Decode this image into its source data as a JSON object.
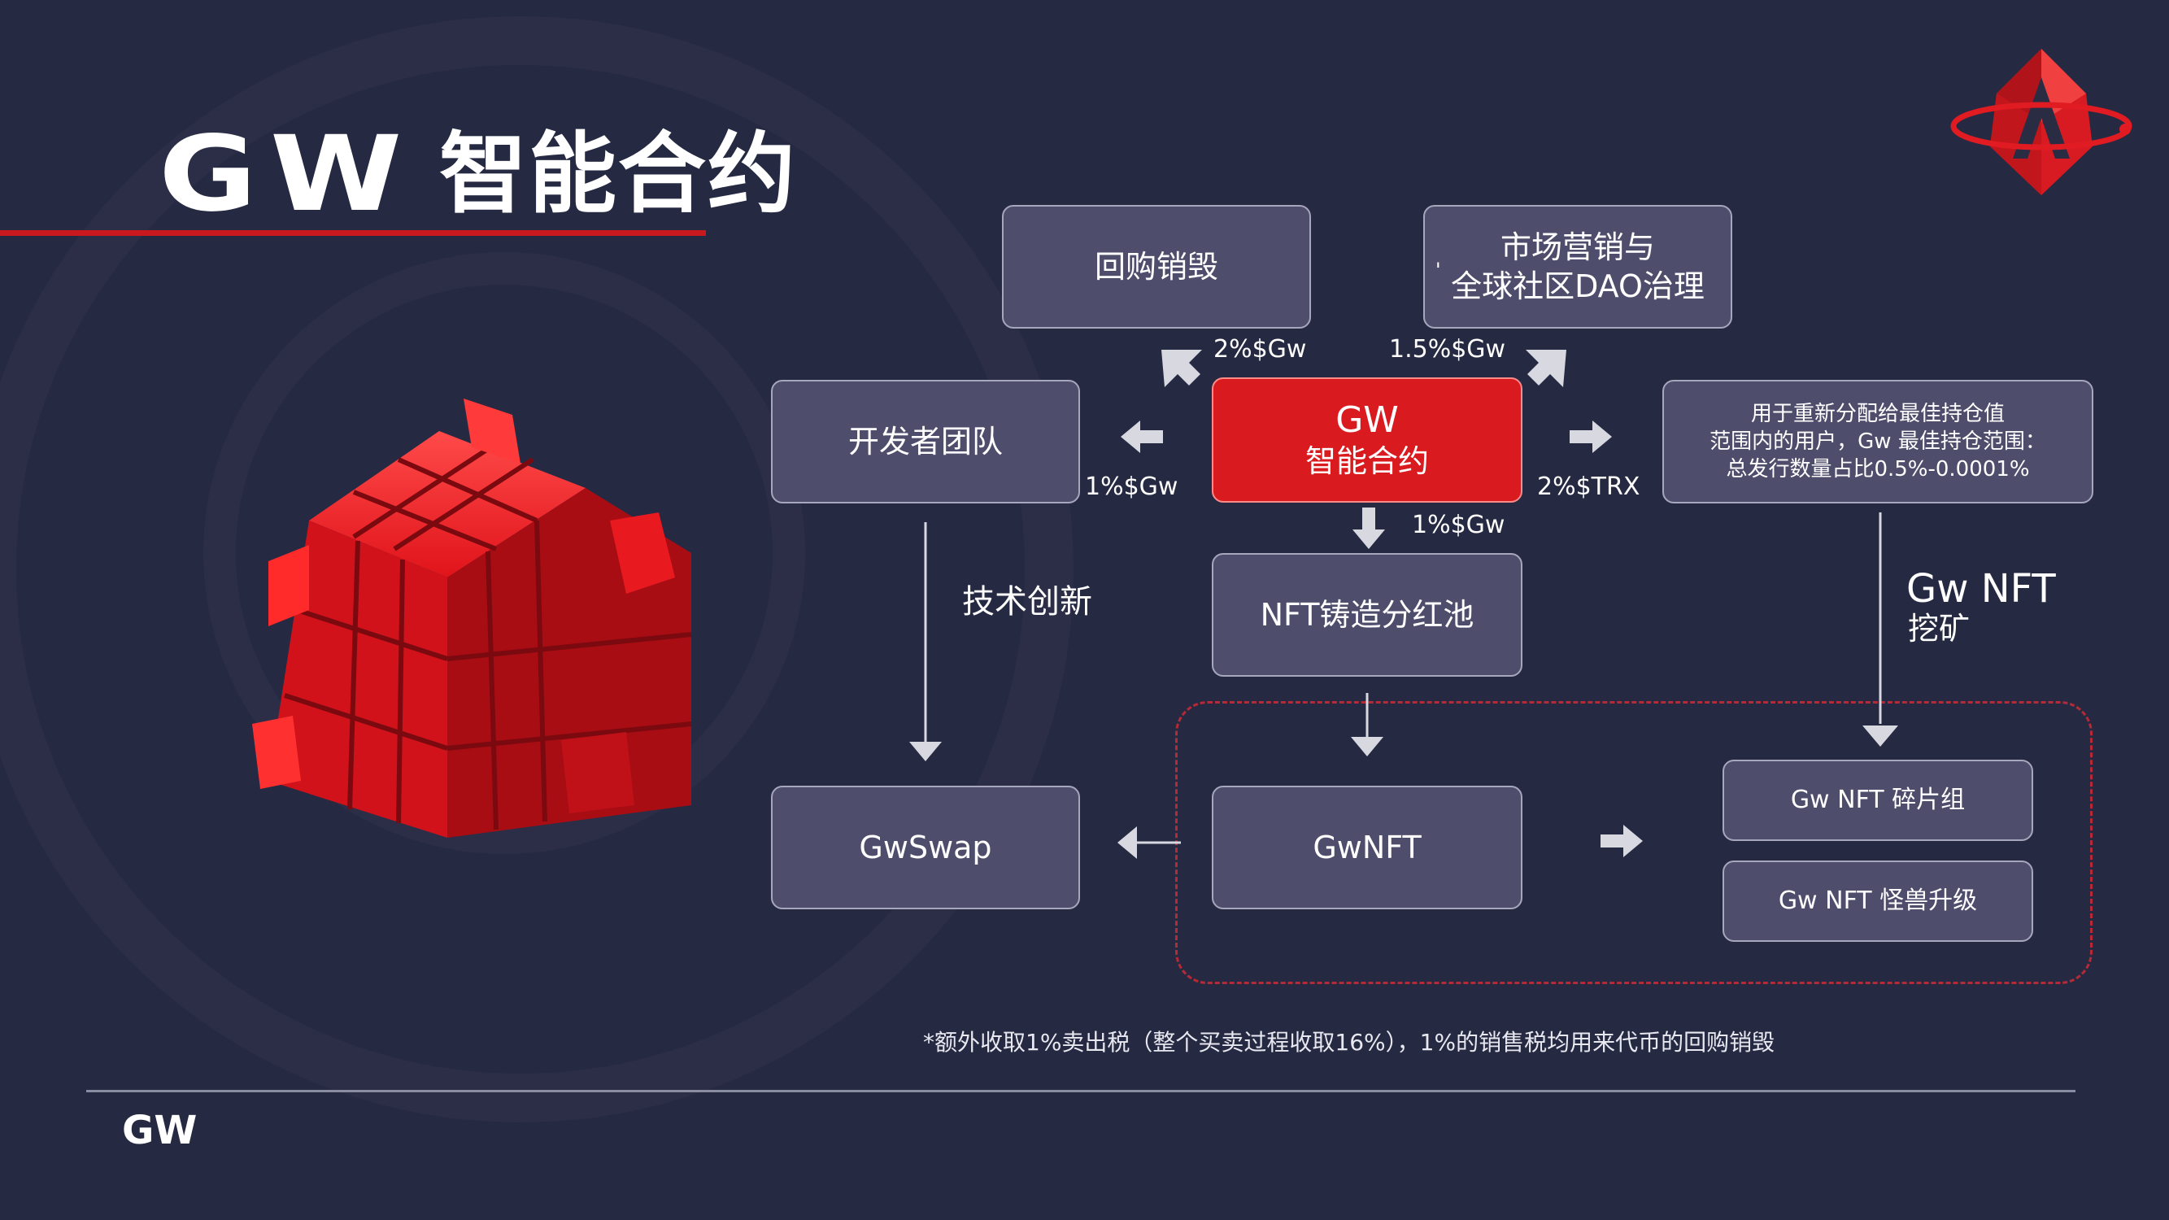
{
  "title": {
    "latin": "GW",
    "chinese": "智能合约"
  },
  "footer": {
    "brand": "GW"
  },
  "core": {
    "line1": "GW",
    "line2": "智能合约"
  },
  "boxes": {
    "buyback": "回购销毁",
    "marketing_line1": "市场营销与",
    "marketing_line2": "全球社区DAO治理",
    "dev_team": "开发者团队",
    "redistribute_line1": "用于重新分配给最佳持仓值",
    "redistribute_line2": "范围内的用户，Gw 最佳持仓范围：",
    "redistribute_line3": "总发行数量占比0.5%-0.0001%",
    "nft_pool": "NFT铸造分红池",
    "gwswap": "GwSwap",
    "gwnft": "GwNFT",
    "fragments": "Gw NFT   碎片组",
    "upgrade": "Gw NFT   怪兽升级"
  },
  "stray_mark": "'",
  "percentages": {
    "to_buyback": "2%$Gw",
    "to_marketing": "1.5%$Gw",
    "to_dev": "1%$Gw",
    "to_redistribute": "2%$TRX",
    "to_nft_pool": "1%$Gw"
  },
  "labels": {
    "tech_innovation": "技术创新",
    "nft_mining_line1": "Gw NFT",
    "nft_mining_line2": "挖矿"
  },
  "note": "*额外收取1%卖出税（整个买卖过程收取16%），1%的销售税均用来代币的回购销毁",
  "colors": {
    "background": "#262942",
    "box_fill": "#4f4d6c",
    "core_red": "#d91a1f",
    "accent_line": "#c9191f",
    "cube_red": "#e0141b"
  }
}
